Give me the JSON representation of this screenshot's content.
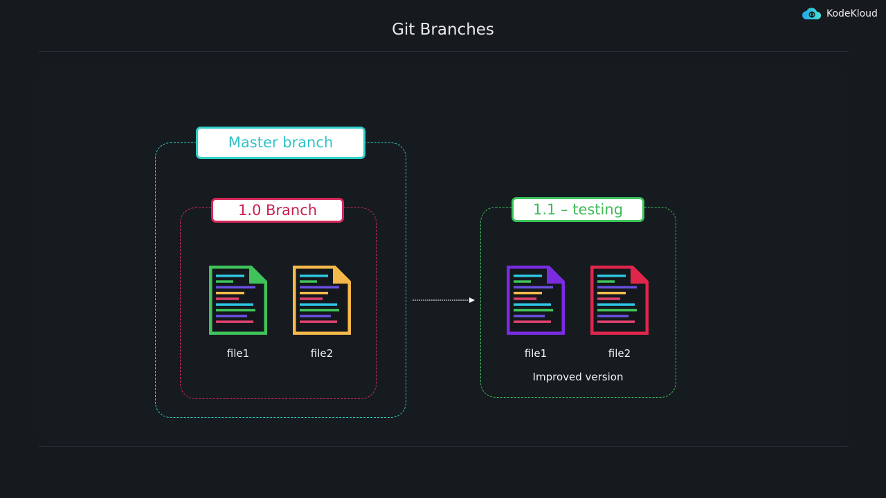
{
  "title": "Git Branches",
  "logo": {
    "text": "KodeKloud"
  },
  "colors": {
    "master": "#2fd0c9",
    "branch10": "#d6285a",
    "testing": "#3dc45c"
  },
  "master": {
    "label": "Master branch"
  },
  "branch_1_0": {
    "label": "1.0 Branch",
    "files": [
      {
        "name": "file1",
        "color": "#3fc35a"
      },
      {
        "name": "file2",
        "color": "#f5b94a"
      }
    ]
  },
  "branch_1_1": {
    "label": "1.1 – testing",
    "files": [
      {
        "name": "file1",
        "color": "#7b2be0"
      },
      {
        "name": "file2",
        "color": "#e0264b"
      }
    ],
    "caption": "Improved version"
  }
}
